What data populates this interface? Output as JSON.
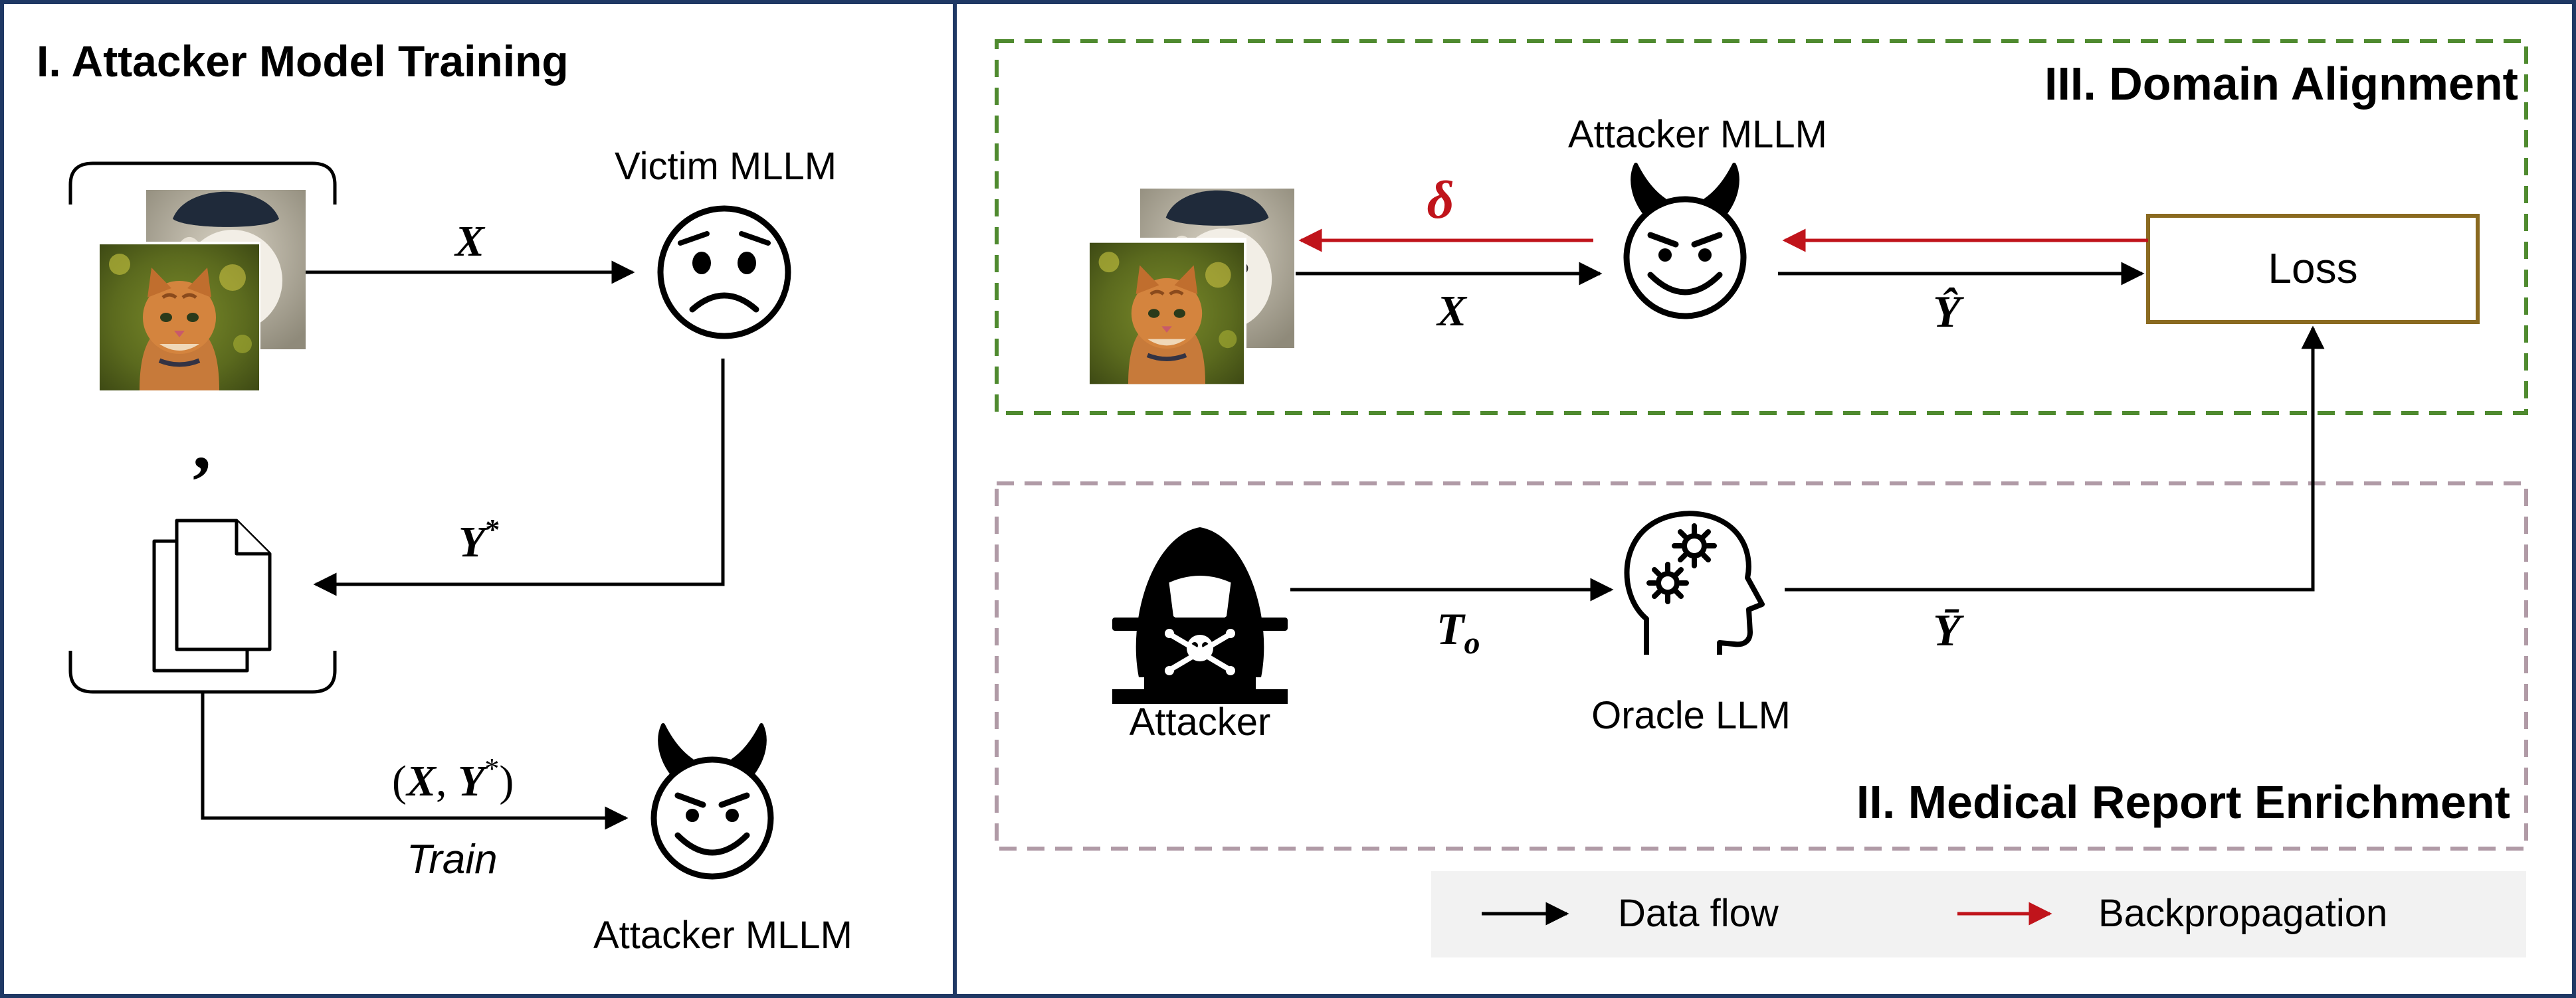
{
  "panels": {
    "training_title": "I. Attacker Model Training",
    "alignment_title": "III. Domain Alignment",
    "enrichment_title": "II. Medical Report Enrichment"
  },
  "nodes": {
    "victim_label": "Victim MLLM",
    "attacker_mllm_left": "Attacker MLLM",
    "attacker_mllm_top": "Attacker MLLM",
    "loss_label": "Loss",
    "attacker_label": "Attacker",
    "oracle_label": "Oracle LLM"
  },
  "symbols": {
    "x_left": "X",
    "y_star": "Y",
    "star": "*",
    "pair_open": "(",
    "pair_x": "X",
    "pair_comma": ", ",
    "pair_y": "Y",
    "pair_star": "*",
    "pair_close": ")",
    "train": "Train",
    "tuple_comma": ",",
    "delta": "δ",
    "x_right": "X",
    "y_hat": "Ŷ",
    "y_bar": "Ȳ",
    "t_main": "T",
    "t_sub": "o"
  },
  "legend": {
    "data_flow": "Data flow",
    "backprop": "Backpropagation"
  },
  "colors": {
    "green_dash": "#4f8a2f",
    "mauve_dash": "#b09aa6",
    "loss_border": "#8a6a20",
    "backprop_red": "#c0141b",
    "legend_bg": "#f2f2f2",
    "frame": "#1f3864"
  },
  "icons": {
    "victim": "worried-face-icon",
    "attacker_mllm": "smiling-devil-icon",
    "attacker": "hooded-hacker-icon",
    "oracle": "head-with-gears-icon",
    "documents": "document-stack-icon",
    "images": "cat-dog-image-stack-icon"
  }
}
